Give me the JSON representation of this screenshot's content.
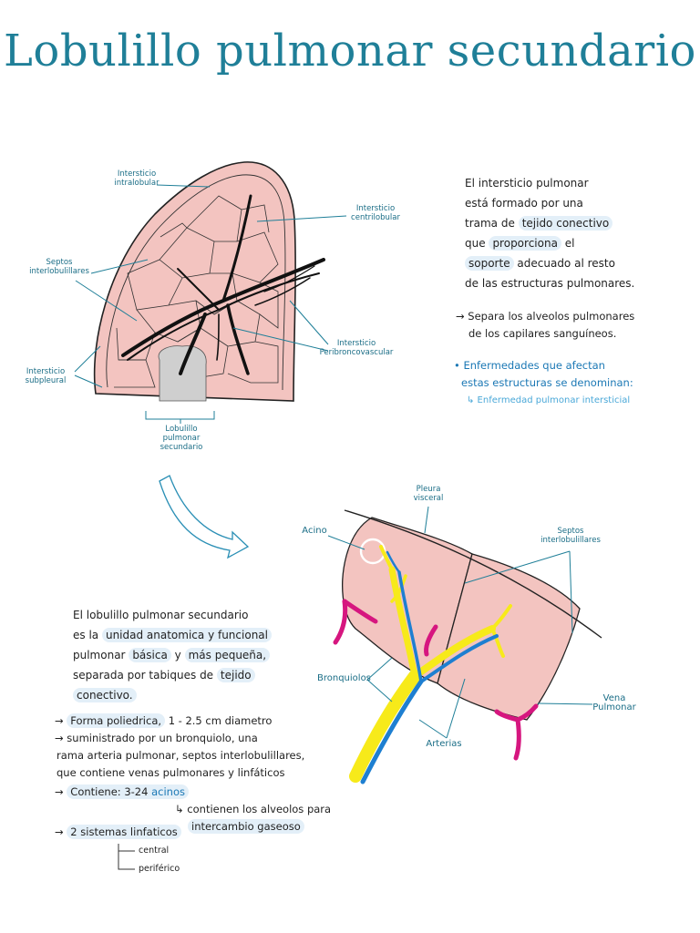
{
  "title": "Lobulillo pulmonar secundario",
  "diagram1": {
    "labels": {
      "intersticio_intralobular": "Intersticio intralobular",
      "intersticio_centrilobular": "Intersticio centrilobular",
      "septos_interlobulillares": "Septos interlobulillares",
      "intersticio_subpleural": "Intersticio subpleural",
      "intersticio_peribroncovascular": "Intersticio Peribroncovascular",
      "lobulillo_pulmonar_secundario": "Lobulillo pulmonar secundario"
    }
  },
  "diagram2": {
    "labels": {
      "pleura_visceral": "Pleura visceral",
      "acino": "Acino",
      "septos_interlobulillares": "Septos interlobulillares",
      "bronquiolos": "Bronquiolos",
      "arterias": "Arterias",
      "vena_pulmonar": "Vena Pulmonar"
    }
  },
  "notes_top": {
    "line1": "El intersticio pulmonar",
    "line2": "está formado por una",
    "line3a": "trama de",
    "line3b": "tejido conectivo",
    "line4a": "que",
    "line4b": "proporciona",
    "line4c": "el",
    "line5a": "soporte",
    "line5b": "adecuado al resto",
    "line6": "de las estructuras pulmonares.",
    "arrow1a": "→ Separa los alveolos pulmonares",
    "arrow1b": "de los capilares sanguíneos.",
    "bullet_a": "• Enfermedades que afectan",
    "bullet_b": "estas estructuras se denominan:",
    "sub": "↳ Enfermedad pulmonar intersticial"
  },
  "notes_bottom": {
    "p1": "El lobulillo pulmonar secundario",
    "p2a": "es la",
    "p2b": "unidad anatomica y funcional",
    "p3a": "pulmonar",
    "p3b": "básica",
    "p3c": "y",
    "p3d": "más pequeña,",
    "p4a": "separada por tabiques de",
    "p4b": "tejido",
    "p5": "conectivo.",
    "a1a": "→",
    "a1b": "Forma poliedrica,",
    "a1c": "1 - 2.5 cm diametro",
    "a2": "→ suministrado por un bronquiolo, una",
    "a3": "rama arteria pulmonar, septos interlobulillares,",
    "a4": "que contiene venas pulmonares y linfáticos",
    "a5a": "→",
    "a5b": "Contiene: 3-24",
    "a5c": "acinos",
    "a6a": "↳ contienen los alveolos para",
    "a6b": "intercambio gaseoso",
    "a7a": "→",
    "a7b": "2 sistemas linfaticos",
    "a8": "central",
    "a9": "periférico"
  }
}
